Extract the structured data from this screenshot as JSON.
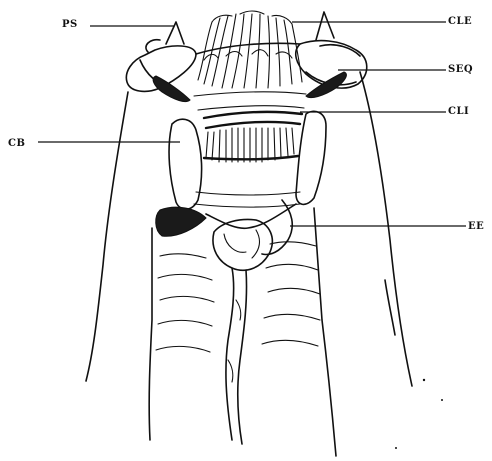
{
  "labels": {
    "ps": "PS",
    "cle": "CLE",
    "seq": "SEQ",
    "cli": "CLI",
    "cb": "CB",
    "ee": "EE"
  },
  "colors": {
    "ink": "#111111",
    "background": "#ffffff"
  }
}
